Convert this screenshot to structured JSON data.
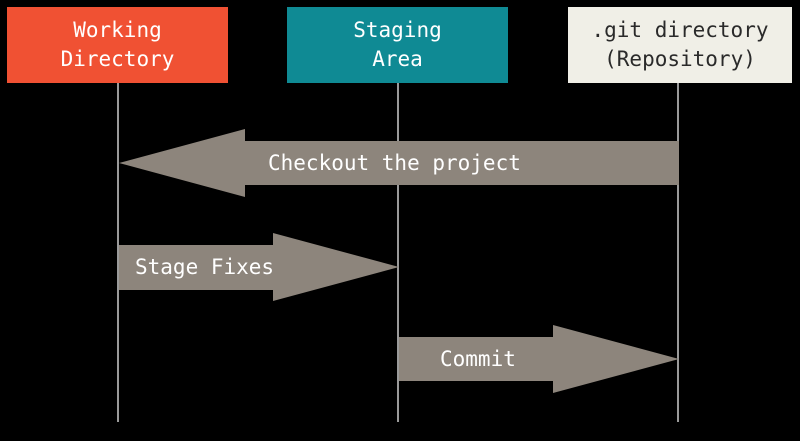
{
  "colors": {
    "background": "#000000",
    "working_directory": "#f05133",
    "staging_area": "#0f8a94",
    "repository": "#f0efe7",
    "arrow": "#8d857c",
    "lifeline": "#9a9a9a"
  },
  "boxes": {
    "working_directory": {
      "line1": "Working",
      "line2": "Directory"
    },
    "staging_area": {
      "line1": "Staging",
      "line2": "Area"
    },
    "repository": {
      "line1": ".git directory",
      "line2": "(Repository)"
    }
  },
  "arrows": {
    "checkout": "Checkout the project",
    "stage": "Stage Fixes",
    "commit": "Commit"
  }
}
